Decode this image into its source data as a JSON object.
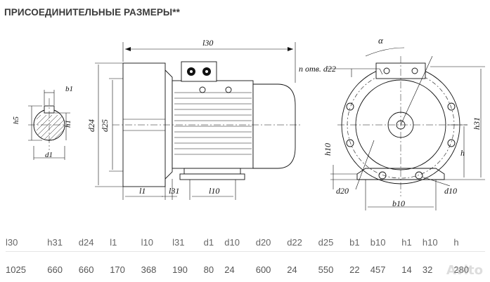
{
  "title": "ПРИСОЕДИНИТЕЛЬНЫЕ РАЗМЕРЫ**",
  "drawing": {
    "labels": {
      "l30": "l30",
      "d24": "d24",
      "d25": "d25",
      "l1": "l1",
      "l31": "l31",
      "l10": "l10",
      "b1": "b1",
      "h5": "h5",
      "h1": "h1",
      "d1": "d1",
      "alpha": "α",
      "n_holes": "n отв. d22",
      "h31": "h31",
      "h10": "h10",
      "h": "h",
      "d20": "d20",
      "b10": "b10",
      "d10": "d10"
    }
  },
  "table": {
    "headers": [
      "l30",
      "h31",
      "d24",
      "l1",
      "l10",
      "l31",
      "d1",
      "d10",
      "d20",
      "d22",
      "d25",
      "b1",
      "b10",
      "h1",
      "h10",
      "h"
    ],
    "values": [
      "1025",
      "660",
      "660",
      "170",
      "368",
      "190",
      "80",
      "24",
      "600",
      "24",
      "550",
      "22",
      "457",
      "14",
      "32",
      "280"
    ]
  },
  "watermark": "Avito"
}
